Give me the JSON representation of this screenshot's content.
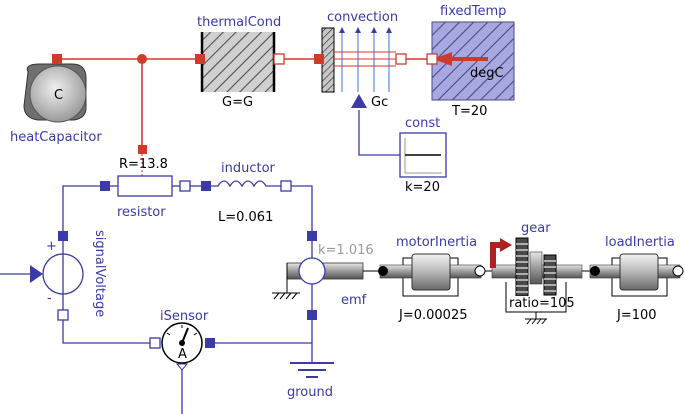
{
  "diagram": {
    "components": {
      "heatCapacitor": {
        "name": "heatCapacitor",
        "symbol": "C"
      },
      "thermalCond": {
        "name": "thermalCond",
        "param": "G=G"
      },
      "convection": {
        "name": "convection",
        "input": "Gc"
      },
      "fixedTemp": {
        "name": "fixedTemp",
        "param": "T=20",
        "unit": "degC"
      },
      "const": {
        "name": "const",
        "param": "k=20"
      },
      "resistor": {
        "name": "resistor",
        "param": "R=13.8"
      },
      "inductor": {
        "name": "inductor",
        "param": "L=0.061"
      },
      "signalVoltage": {
        "name": "signalVoltage",
        "plus": "+",
        "minus": "-"
      },
      "emf": {
        "name": "emf",
        "param": "k=1.016"
      },
      "iSensor": {
        "name": "iSensor",
        "symbol": "A"
      },
      "ground": {
        "name": "ground"
      },
      "motorInertia": {
        "name": "motorInertia",
        "param": "J=0.00025"
      },
      "gear": {
        "name": "gear",
        "param": "ratio=105"
      },
      "loadInertia": {
        "name": "loadInertia",
        "param": "J=100"
      }
    },
    "colors": {
      "thermal": "#d03a2a",
      "electrical": "#3a3aa8",
      "fixedTempFill": "#a8a8e0"
    }
  }
}
